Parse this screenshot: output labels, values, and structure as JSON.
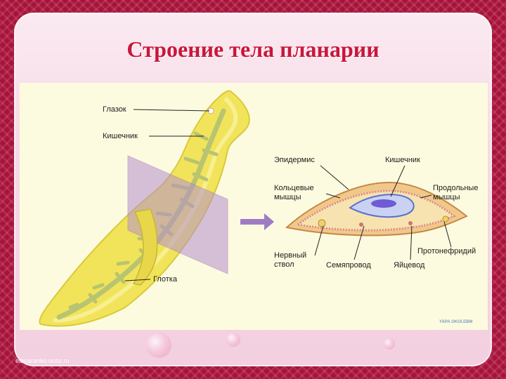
{
  "slide": {
    "title": "Строение тела планарии",
    "watermark": "elenaranko.ucoz.ru",
    "credit": "YAPA OKOI.ЕВМ"
  },
  "labels": {
    "eye": "Глазок",
    "intestine_left": "Кишечник",
    "pharynx": "Глотка",
    "epidermis": "Эпидермис",
    "intestine_right": "Кишечник",
    "circular_muscles_1": "Кольцевые",
    "circular_muscles_2": "мышцы",
    "longitudinal_muscles_1": "Продольные",
    "longitudinal_muscles_2": "мышцы",
    "nerve_trunk_1": "Нервный",
    "nerve_trunk_2": "ствол",
    "sperm_duct": "Семяпровод",
    "oviduct": "Яйцевод",
    "protonephridium": "Протонефридий"
  },
  "colors": {
    "frame": "#a8123a",
    "title": "#c8173c",
    "panel": "#fdfbdf",
    "body_yellow": "#f1e45a",
    "gut_green": "#b8c470",
    "plane_purple": "#b48fcf",
    "arrow": "#9e7cc4"
  }
}
